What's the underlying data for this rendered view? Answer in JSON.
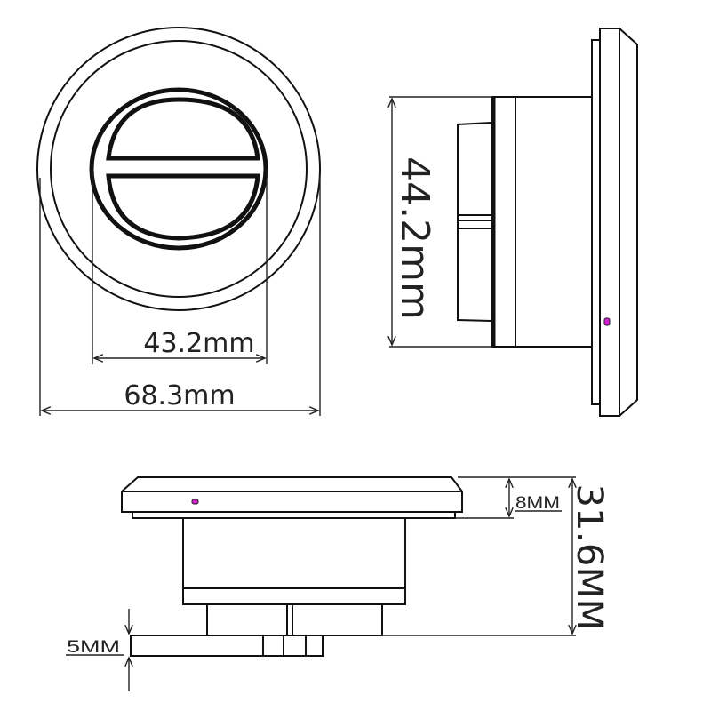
{
  "front_view": {
    "inner_width_label": "43.2mm",
    "outer_width_label": "68.3mm"
  },
  "side_view": {
    "height_label": "44.2mm"
  },
  "bottom_view": {
    "plate_thickness_label": "8MM",
    "total_depth_label": "31.6MM",
    "base_thickness_label": "5MM"
  },
  "colors": {
    "line": "#111111",
    "indicator_led": "#d020d0"
  }
}
